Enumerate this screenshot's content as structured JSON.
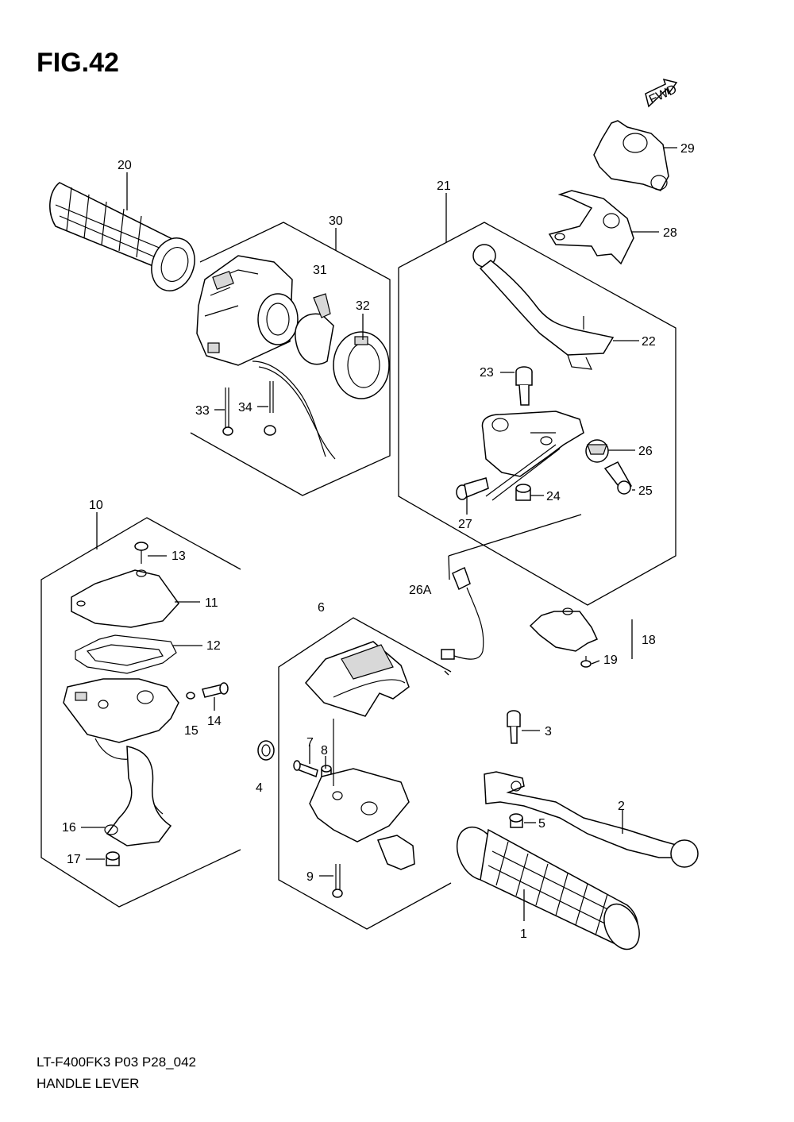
{
  "figure": {
    "title": "FIG.42",
    "fwd_label": "FWD",
    "model_code": "LT-F400FK3 P03 P28_042",
    "caption": "HANDLE LEVER"
  },
  "callouts": {
    "c1": "1",
    "c2": "2",
    "c3": "3",
    "c4": "4",
    "c5": "5",
    "c6": "6",
    "c7": "7",
    "c8": "8",
    "c9": "9",
    "c10": "10",
    "c11": "11",
    "c12": "12",
    "c13": "13",
    "c14": "14",
    "c15": "15",
    "c16": "16",
    "c17": "17",
    "c18": "18",
    "c19": "19",
    "c20": "20",
    "c21": "21",
    "c22": "22",
    "c23": "23",
    "c24": "24",
    "c25": "25",
    "c26": "26",
    "c26a": "26A",
    "c27": "27",
    "c28": "28",
    "c29": "29",
    "c30": "30",
    "c31": "31",
    "c32": "32",
    "c33": "33",
    "c34": "34"
  }
}
